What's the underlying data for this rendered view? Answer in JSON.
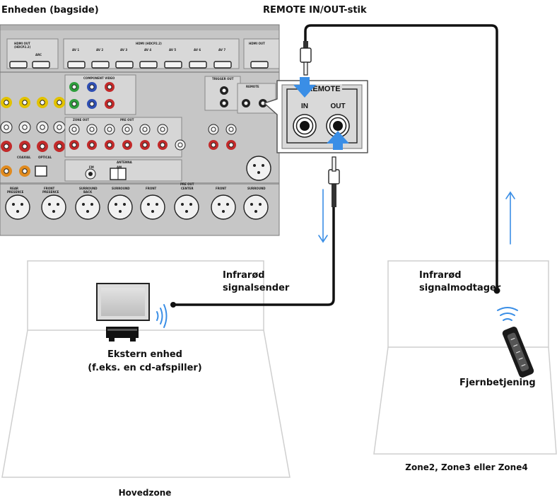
{
  "labels": {
    "unit_back": "Enheden (bagside)",
    "remote_jack": "REMOTE IN/OUT-stik",
    "ir_sender": "Infrarød\nsignalsender",
    "ir_receiver": "Infrarød\nsignalmodtager",
    "external_device": "Ekstern enhed\n(f.eks. en cd-afspiller)",
    "remote_control": "Fjernbetjening",
    "zone_other": "Zone2, Zone3 eller Zone4",
    "main_zone": "Hovedzone"
  },
  "panel": {
    "remote_title": "REMOTE",
    "in": "IN",
    "out": "OUT"
  },
  "rear_panel_text": {
    "hdmi_out": "HDMI OUT",
    "hdcp": "(HDCP2.2)",
    "arc": "ARC",
    "hdmi_in": "HDMI (HDCP2.2)",
    "av_inputs": [
      "AV 1",
      "AV 2",
      "AV 3",
      "AV 4",
      "AV 5",
      "AV 6",
      "AV 7"
    ],
    "component_video": "COMPONENT VIDEO",
    "zone_out": "ZONE OUT",
    "pre_out": "PRE OUT",
    "trigger_out": "TRIGGER OUT",
    "remote": "REMOTE",
    "antenna": "ANTENNA",
    "fm": "FM",
    "am": "AM",
    "coaxial": "COAXIAL",
    "optical": "OPTICAL",
    "channels": [
      "REAR PRESENCE",
      "FRONT PRESENCE",
      "SURROUND BACK",
      "SURROUND",
      "FRONT",
      "CENTER",
      "FRONT",
      "SURROUND"
    ]
  },
  "colors": {
    "panel_gray": "#c9c9c9",
    "cable": "#111111",
    "arrow_blue": "#3a8ee6",
    "room_line": "#cfcfcf"
  }
}
